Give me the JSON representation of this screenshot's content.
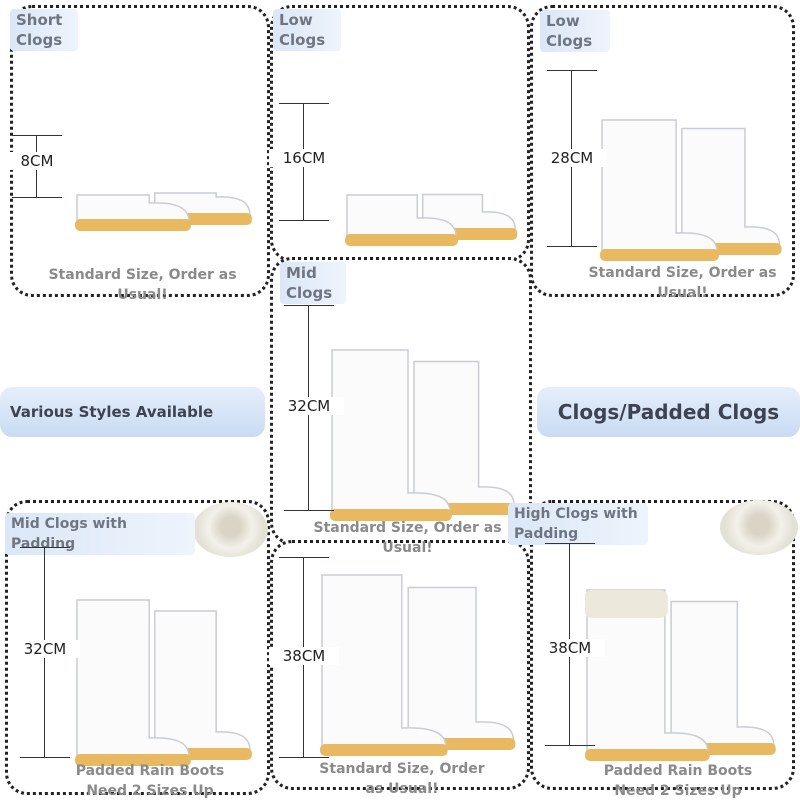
{
  "panels": [
    {
      "label": "Short Clogs",
      "measure": "8CM",
      "caption": "Standard Size, Order as Usual!"
    },
    {
      "label": "Low Clogs",
      "measure": "16CM"
    },
    {
      "label": "Low Clogs",
      "measure": "28CM",
      "caption": "Standard Size, Order as Usual!"
    },
    {
      "label": "Mid Clogs",
      "measure": "32CM",
      "caption": "Standard Size, Order as Usual!"
    },
    {
      "label": "Mid Clogs with Padding",
      "measure": "32CM",
      "caption": "Padded Rain Boots Need 2 Sizes Up"
    },
    {
      "measure": "38CM",
      "caption": "Standard Size, Order as Usual!"
    },
    {
      "label": "High Clogs with Padding",
      "measure": "38CM",
      "caption": "Padded Rain Boots Need 2 Sizes Up"
    }
  ],
  "banners": {
    "left": "Various Styles Available",
    "right": "Clogs/Padded Clogs"
  },
  "colors": {
    "sole": "#e8b960",
    "tag": "#dbe7f7",
    "banner": "#c9dbf3"
  }
}
